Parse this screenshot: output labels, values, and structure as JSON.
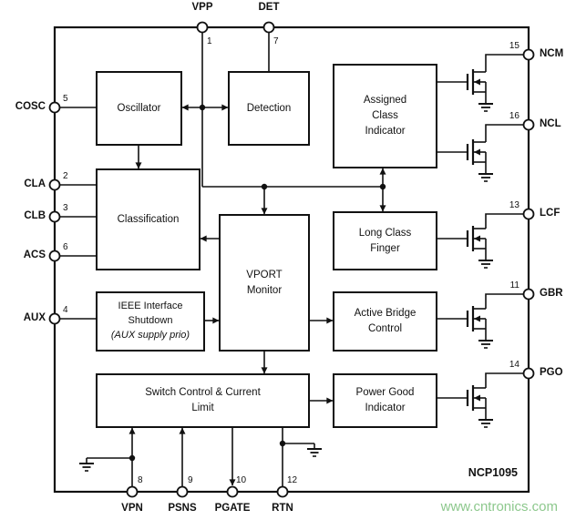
{
  "diagram": {
    "chip_name": "NCP1095",
    "watermark": "www.cntronics.com"
  },
  "blocks": {
    "oscillator": {
      "lines": [
        "Oscillator"
      ]
    },
    "detection": {
      "lines": [
        "Detection"
      ]
    },
    "assigned_class_indicator": {
      "lines": [
        "Assigned",
        "Class",
        "Indicator"
      ]
    },
    "classification": {
      "lines": [
        "Classification"
      ]
    },
    "long_class_finger": {
      "lines": [
        "Long Class",
        "Finger"
      ]
    },
    "vport_monitor": {
      "lines": [
        "VPORT",
        "Monitor"
      ]
    },
    "ieee_interface_shutdown": {
      "lines": [
        "IEEE Interface",
        "Shutdown",
        "(AUX supply prio)"
      ]
    },
    "active_bridge_control": {
      "lines": [
        "Active Bridge",
        "Control"
      ]
    },
    "switch_control_current_limit": {
      "lines": [
        "Switch Control & Current",
        "Limit"
      ]
    },
    "power_good_indicator": {
      "lines": [
        "Power Good",
        "Indicator"
      ]
    }
  },
  "pins": {
    "top": [
      {
        "name": "VPP",
        "number": "1"
      },
      {
        "name": "DET",
        "number": "7"
      }
    ],
    "left": [
      {
        "name": "COSC",
        "number": "5"
      },
      {
        "name": "CLA",
        "number": "2"
      },
      {
        "name": "CLB",
        "number": "3"
      },
      {
        "name": "ACS",
        "number": "6"
      },
      {
        "name": "AUX",
        "number": "4"
      }
    ],
    "right": [
      {
        "name": "NCM",
        "number": "15"
      },
      {
        "name": "NCL",
        "number": "16"
      },
      {
        "name": "LCF",
        "number": "13"
      },
      {
        "name": "GBR",
        "number": "11"
      },
      {
        "name": "PGO",
        "number": "14"
      }
    ],
    "bottom": [
      {
        "name": "VPN",
        "number": "8"
      },
      {
        "name": "PSNS",
        "number": "9"
      },
      {
        "name": "PGATE",
        "number": "10"
      },
      {
        "name": "RTN",
        "number": "12"
      }
    ]
  },
  "colors": {
    "watermark": "#8dc88d"
  }
}
